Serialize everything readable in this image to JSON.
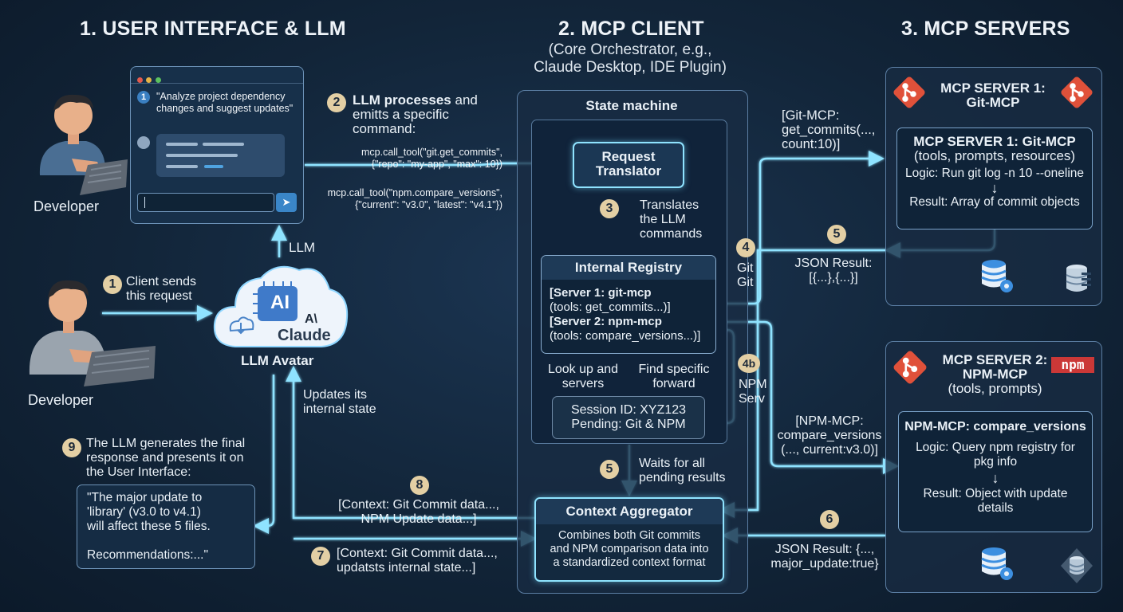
{
  "sections": {
    "s1": "1. USER INTERFACE & LLM",
    "s2": "2. MCP CLIENT",
    "s2_sub": [
      "(Core Orchestrator, e.g.,",
      "Claude Desktop, IDE Plugin)"
    ],
    "s3": "3. MCP SERVERS"
  },
  "ui": {
    "developer_top": "Developer",
    "developer_bottom": "Developer",
    "chat_prompt": [
      "\"Analyze project dependency",
      "changes and suggest updates\""
    ],
    "chat_prompt_num": "1",
    "llm_up_label": "LLM",
    "llm_avatar_label": "LLM Avatar",
    "cloud_ai": "AI",
    "cloud_brand_mark": "A\\",
    "cloud_brand": "Claude",
    "updates_state": [
      "Updates its",
      "internal state"
    ],
    "final_response": [
      "\"The major update to",
      "'library' (v3.0 to v4.1)",
      "will affect these 5 files.",
      "",
      "Recommendations:...\""
    ]
  },
  "steps": {
    "s1": {
      "num": "1",
      "text": [
        "Client sends",
        "this request"
      ]
    },
    "s2": {
      "num": "2",
      "bold": "LLM processes",
      "text_rest": " and",
      "text": [
        "emitts a specific",
        "command:"
      ]
    },
    "s3": {
      "num": "3",
      "text": [
        "Translates",
        "the LLM",
        "commands"
      ]
    },
    "s4": {
      "num": "4",
      "text": [
        "Git",
        "Git"
      ]
    },
    "s4b": {
      "num": "4b",
      "text": [
        "NPM",
        "Serv"
      ]
    },
    "s5a": {
      "num": "5",
      "text": [
        "JSON Result:",
        "[{...},{...}]"
      ]
    },
    "s5b": {
      "num": "5",
      "text": [
        "Waits for all",
        "pending results"
      ]
    },
    "s6": {
      "num": "6",
      "text": [
        "JSON Result: {...,",
        "major_update:true}"
      ]
    },
    "s7": {
      "num": "7",
      "text": [
        "[Context: Git Commit data...,",
        "updatsts internal state...]"
      ]
    },
    "s8": {
      "num": "8",
      "text": [
        "[Context: Git Commit data...,",
        "NPM Update data...]"
      ]
    },
    "s9": {
      "num": "9",
      "text": [
        "The LLM generates the final",
        "response and presents it on",
        "the User Interface:"
      ]
    }
  },
  "commands": {
    "git_cmd": [
      "mcp.call_tool(\"git.get_commits\",",
      "{\"repo\": \"my-app\", \"max\": 10})"
    ],
    "npm_cmd": [
      "mcp.call_tool(\"npm.compare_versions\",",
      "{\"current\": \"v3.0\", \"latest\": \"v4.1\"})"
    ]
  },
  "client": {
    "state_machine": "State machine",
    "request_translator": [
      "Request",
      "Translator"
    ],
    "registry_title": "Internal Registry",
    "registry_s1": "[Server 1: git-mcp",
    "registry_s1_tools": "(tools: get_commits...)]",
    "registry_s2": "[Server 2: npm-mcp",
    "registry_s2_tools": "(tools: compare_versions...)]",
    "lookup": [
      "Look up and",
      "servers"
    ],
    "find": [
      "Find specific",
      "forward"
    ],
    "session": [
      "Session ID: XYZ123",
      "Pending: Git & NPM"
    ],
    "aggregator_title": "Context Aggregator",
    "aggregator_text": [
      "Combines both Git commits",
      "and NPM comparison data into",
      "a standardized context format"
    ]
  },
  "servers": {
    "git_call": [
      "[Git-MCP:",
      "get_commits(...,",
      "count:10)]"
    ],
    "npm_call": [
      "[NPM-MCP:",
      "compare_versions",
      "(..., current:v3.0)]"
    ],
    "s1_header": [
      "MCP SERVER 1:",
      "Git-MCP"
    ],
    "s1_title": "MCP SERVER 1: Git-MCP",
    "s1_sub": "(tools, prompts, resources)",
    "s1_logic": "Logic: Run git log -n 10 --oneline",
    "s1_arrow": "↓",
    "s1_result": "Result: Array of commit objects",
    "s2_header": [
      "MCP SERVER 2:",
      "NPM-MCP",
      "(tools, prompts)"
    ],
    "s2_badge": "npm",
    "s2_title": "NPM-MCP: compare_versions",
    "s2_logic": [
      "Logic: Query npm registry for",
      "pkg info"
    ],
    "s2_arrow": "↓",
    "s2_result": [
      "Result: Object with update",
      "details"
    ]
  },
  "colors": {
    "accent": "#8fe3ff",
    "badge": "#e3cfa4",
    "git": "#e0513a",
    "npm": "#cb3837"
  }
}
